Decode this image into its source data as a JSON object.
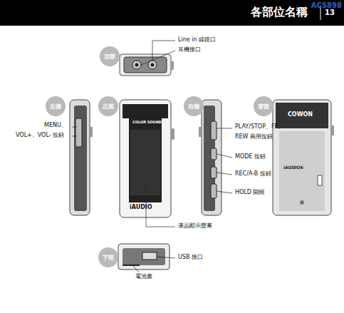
{
  "diagram": {
    "title": "各部位名稱",
    "nodes": [
      {
        "text": [
          "頂部"
        ]
      },
      {
        "text": [
          "左側"
        ]
      },
      {
        "text": [
          "正面"
        ]
      },
      {
        "text": [
          "右側"
        ]
      },
      {
        "text": [
          "背面"
        ]
      },
      {
        "text": [
          "下部"
        ]
      }
    ],
    "labels": [
      "ACS898",
      "13",
      "Line in 線路口",
      "耳機接口",
      "MENU、",
      "VOL+、VOL- 按鈕",
      "PLAY/STOP、FF、",
      "REW 兩用按鈕",
      "MODE 按鈕",
      "REC/A-B 按鈕",
      "HOLD 開關",
      "液晶顯示螢幕",
      "USB 接口",
      "電池蓋",
      "COLOR SOUND",
      "iAUDIO",
      "COWON",
      "iAUDIO6"
    ]
  }
}
